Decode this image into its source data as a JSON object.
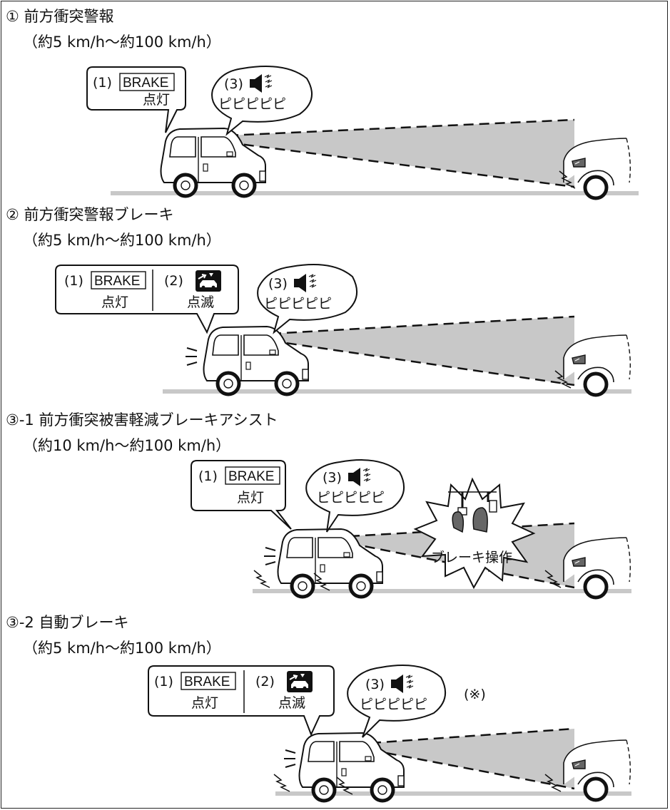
{
  "sections": [
    {
      "title": "① 前方衝突警報",
      "range": "（約5 km/h〜約100 km/h）"
    },
    {
      "title": "② 前方衝突警報ブレーキ",
      "range": "（約5 km/h〜約100 km/h）"
    },
    {
      "title": "③-1 前方衝突被害軽減ブレーキアシスト",
      "range": "（約10 km/h〜約100 km/h）"
    },
    {
      "title": "③-2 自動ブレーキ",
      "range": "（約5 km/h〜約100 km/h）"
    }
  ],
  "labels": {
    "item1_num": "(1)",
    "brake": "BRAKE",
    "lit": "点灯",
    "item2_num": "(2)",
    "blink": "点滅",
    "item3_num": "(3)",
    "beep": "ピピピピピ",
    "brake_operation": "ブレーキ操作",
    "note": "(※)"
  },
  "colors": {
    "beam": "#c8c8c8",
    "ground": "#c8c8c8",
    "ink": "#111111"
  }
}
